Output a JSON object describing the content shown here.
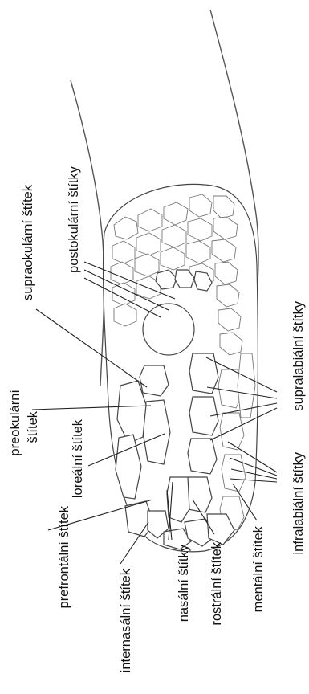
{
  "labels": {
    "postokularni": "postokulární štítky",
    "supraokularni": "supraokulární štítek",
    "supralabialni": "supralabiální štítky",
    "preokularni_line1": "preokulární",
    "preokularni_line2": "štítek",
    "lorealni": "loreální štítek",
    "infralabialni": "infralabiální štítky",
    "prefrontalni": "prefrontální štítek",
    "internasalni": "internasální štítek",
    "nasalni": "nasální štítky",
    "rostralni": "rostrální štítek",
    "mentalni": "mentální štítek"
  }
}
